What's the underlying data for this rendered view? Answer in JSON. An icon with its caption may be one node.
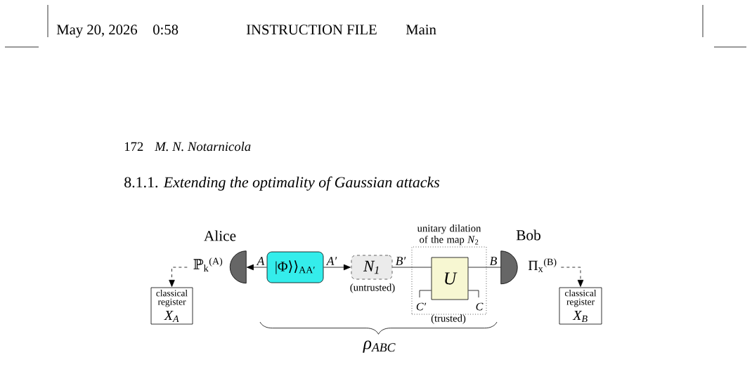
{
  "diagram": {
    "title": "8.1.1. *Extending the optimality of Gaussian attacks*",
    "nodes": [
      {
        "text": [],
        "shape": "semicircle",
        "beside": [
          "Alice"
        ]
      },
      {
        "text": [
          "ℙ$_{k}$$^{(A)}$"
        ]
      },
      {
        "text": [
          "classical register",
          "X$_{A}$"
        ]
      },
      {
        "text": [
          "|Φ⟩⟩$_{AA′}$"
        ]
      },
      {
        "text": [
          "N$_{1}$"
        ],
        "beside": [
          "(untrusted)"
        ]
      },
      {
        "text": [
          "unitary dilation of the map *N*$_{2}$"
        ],
        "beside": [
          "(trusted)"
        ]
      },
      {
        "text": [
          "U"
        ],
        "in": 5
      },
      {
        "text": [],
        "shape": "semicircle",
        "beside": [
          "Bob"
        ]
      },
      {
        "text": [
          "Π$_{x}$$^{(B)}$"
        ]
      },
      {
        "text": [
          "classical register",
          "X$_{B}$"
        ]
      }
    ],
    "edges": [
      {
        "from": 3,
        "to": 0,
        "arrow": "to",
        "label": "A"
      },
      {
        "from": 3,
        "to": 4,
        "arrow": "to",
        "label": "A′"
      },
      {
        "from": 4,
        "to": 6,
        "arrow": "none",
        "label": "B′"
      },
      {
        "from": 6,
        "to": 7,
        "arrow": "none",
        "label": "B"
      },
      {
        "from": 6,
        "to": null,
        "arrow": "none",
        "label": "C′"
      },
      {
        "from": 6,
        "to": null,
        "arrow": "none",
        "label": "C"
      },
      {
        "from": 1,
        "to": 2,
        "arrow": "to",
        "style": "dashed"
      },
      {
        "from": 8,
        "to": 9,
        "arrow": "to",
        "style": "dashed"
      }
    ],
    "labels": [
      "May 20, 2026",
      "0:58",
      "INSTRUCTION FILE",
      "Main",
      "172",
      "M. N. Notarnicola",
      "ρ$_{ABC}$"
    ]
  }
}
